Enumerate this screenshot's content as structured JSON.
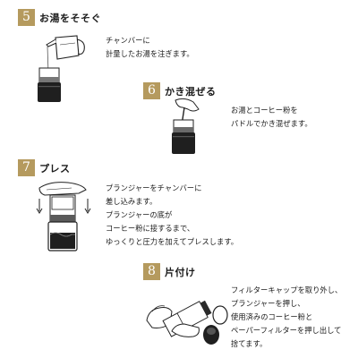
{
  "brand": {
    "accent": "#b59a5e",
    "ink": "#1a1a1a"
  },
  "steps": [
    {
      "number": "5",
      "title": "お湯をそそぐ",
      "lines": [
        "チャンバーに",
        "計量したお湯を注ぎます。"
      ],
      "icon": "kettle-pouring-icon"
    },
    {
      "number": "6",
      "title": "かき混ぜる",
      "lines": [
        "お湯とコーヒー粉を",
        "パドルでかき混ぜます。"
      ],
      "icon": "paddle-stirring-icon"
    },
    {
      "number": "7",
      "title": "プレス",
      "lines": [
        "プランジャーをチャンバーに",
        "差し込みます。",
        "プランジャーの底が",
        "コーヒー粉に接するまで、",
        "ゆっくりと圧力を加えてプレスします。"
      ],
      "icon": "hand-pressing-plunger-icon"
    },
    {
      "number": "8",
      "title": "片付け",
      "lines": [
        "フィルターキャップを取り外し、",
        "プランジャーを押し、",
        "使用済みのコーヒー粉と",
        "ペーパーフィルターを押し出して",
        "捨てます。"
      ],
      "icon": "hands-ejecting-puck-icon"
    }
  ]
}
